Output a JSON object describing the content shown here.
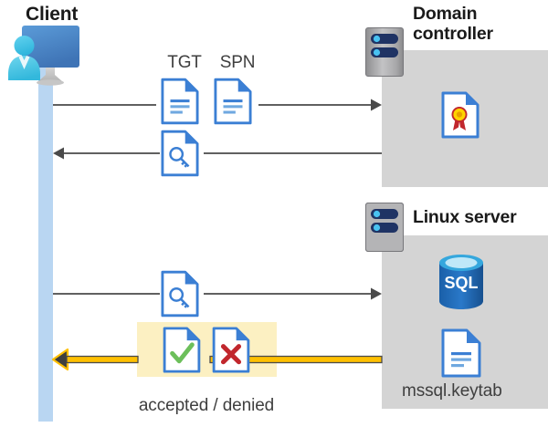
{
  "diagram": {
    "title_client": "Client",
    "actors": {
      "client": {
        "label": "Client",
        "icon": "user-computer-icon"
      },
      "domain_controller": {
        "label_line1": "Domain",
        "label_line2": "controller",
        "icon": "server-rack-icon",
        "panel_color": "#d4d4d4"
      },
      "linux_server": {
        "label": "Linux server",
        "icon": "server-rack-icon",
        "panel_color": "#d4d4d4"
      }
    },
    "artifacts": {
      "tgt_label": "TGT",
      "spn_label": "SPN",
      "certificate": "certificate-document-icon",
      "sql_database": "SQL",
      "keytab_file": "mssql.keytab",
      "ticket_key": "key-document-icon",
      "accepted": "check-document-icon",
      "denied": "cross-document-icon"
    },
    "messages": [
      {
        "id": "req-tgt-spn",
        "direction": "right",
        "payload": [
          "TGT",
          "SPN"
        ],
        "color": "#4a4a4a"
      },
      {
        "id": "grant-service-ticket",
        "direction": "left",
        "payload": [
          "key-document-icon"
        ],
        "color": "#4a4a4a"
      },
      {
        "id": "present-service-ticket",
        "direction": "right",
        "payload": [
          "key-document-icon"
        ],
        "color": "#4a4a4a"
      },
      {
        "id": "auth-result",
        "direction": "left",
        "payload": [
          "check-document-icon",
          "cross-document-icon"
        ],
        "color": "#ffc000"
      }
    ],
    "result_caption": "accepted / denied",
    "colors": {
      "panel_gray": "#d4d4d4",
      "lifeline_blue": "#b9d6f2",
      "highlight_yellow": "#fcf0c2",
      "arrow_gray": "#4a4a4a",
      "arrow_gold": "#ffc000",
      "doc_blue": "#3b7fd4",
      "accept_green": "#6cbf5a",
      "deny_red": "#c1272d",
      "sql_blue": "#1f69b3",
      "text_dark": "#1a1a1a",
      "text_gray": "#3f3f3f"
    }
  }
}
